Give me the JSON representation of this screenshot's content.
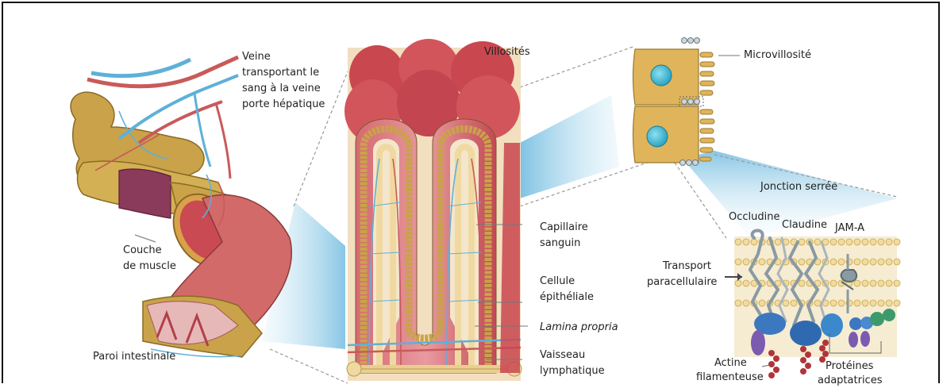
{
  "labels": {
    "veine_l1": "Veine",
    "veine_l2": "transportant le",
    "veine_l3": "sang à la veine",
    "veine_l4": "porte hépatique",
    "villosites": "Villosités",
    "microvillosite": "Microvillosité",
    "couche_l1": "Couche",
    "couche_l2": "de muscle",
    "paroi": "Paroi intestinale",
    "capillaire_l1": "Capillaire",
    "capillaire_l2": "sanguin",
    "cellule_l1": "Cellule",
    "cellule_l2": "épithéliale",
    "lamina": "Lamina propria",
    "vaisseau_l1": "Vaisseau",
    "vaisseau_l2": "lymphatique",
    "jonction": "Jonction serrée",
    "occludine": "Occludine",
    "claudine": "Claudine",
    "jama": "JAM-A",
    "transport_l1": "Transport",
    "transport_l2": "paracellulaire",
    "actine_l1": "Actine",
    "actine_l2": "filamenteuse",
    "proteines_l1": "Protéines",
    "proteines_l2": "adaptatrices"
  },
  "colors": {
    "vein_blue": "#5fb0d8",
    "artery_red": "#c95a5a",
    "gut_tan": "#c9a24a",
    "villus_red": "#c9474f",
    "lymph_cream": "#f2dcaa",
    "cell_tan": "#e0b45a",
    "nucleus_cyan": "#3cb6d0",
    "membrane_tan": "#e8cf8f",
    "protein_grey": "#8a9aa3",
    "protein_blue": "#3b78c0",
    "actin_red": "#b0353a",
    "adaptor_green": "#3d9a6a",
    "adaptor_purple": "#7a5bb0"
  }
}
